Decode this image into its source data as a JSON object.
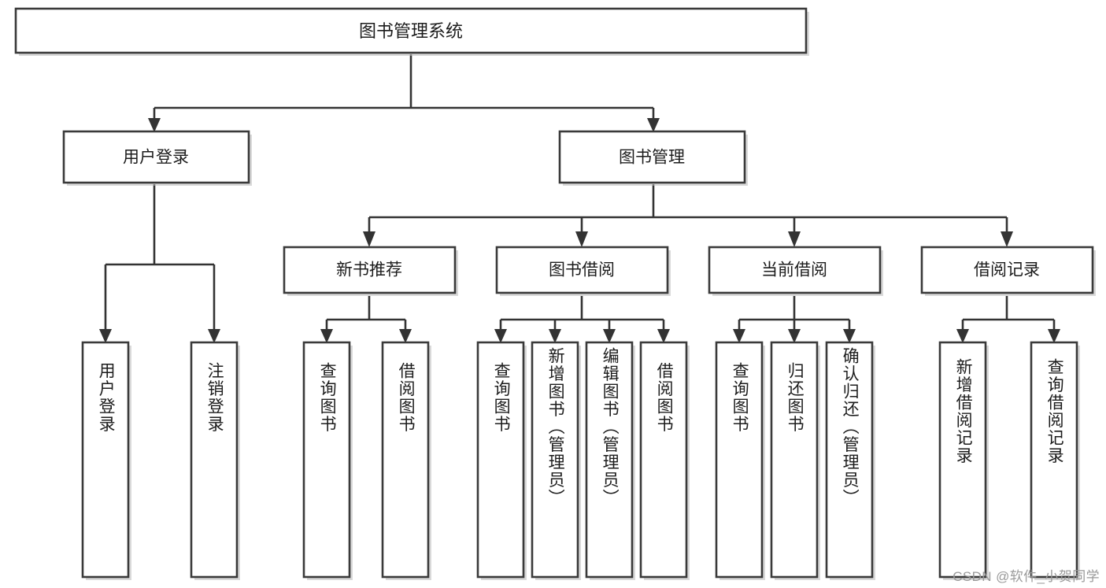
{
  "diagram": {
    "type": "tree-hierarchy",
    "title": "图书管理系统",
    "watermark": "CSDN @软件_小贺同学",
    "colors": {
      "background": "#ffffff",
      "box_stroke": "#3a3a3a",
      "connector": "#333333",
      "text": "#1c1c1c",
      "watermark": "#9a9a9a"
    },
    "root": {
      "label": "图书管理系统"
    },
    "level2": [
      {
        "label": "用户登录"
      },
      {
        "label": "图书管理"
      }
    ],
    "level3": [
      {
        "label": "新书推荐"
      },
      {
        "label": "图书借阅"
      },
      {
        "label": "当前借阅"
      },
      {
        "label": "借阅记录"
      }
    ],
    "leaves": {
      "user_login": [
        {
          "label": "用户登录"
        },
        {
          "label": "注销登录"
        }
      ],
      "new_book_recommend": [
        {
          "label": "查询图书"
        },
        {
          "label": "借阅图书"
        }
      ],
      "book_borrow": [
        {
          "label": "查询图书"
        },
        {
          "label": "新增图书（管理员）"
        },
        {
          "label": "编辑图书（管理员）"
        },
        {
          "label": "借阅图书"
        }
      ],
      "current_borrow": [
        {
          "label": "查询图书"
        },
        {
          "label": "归还图书"
        },
        {
          "label": "确认归还（管理员）"
        }
      ],
      "borrow_record": [
        {
          "label": "新增借阅记录"
        },
        {
          "label": "查询借阅记录"
        }
      ]
    }
  }
}
